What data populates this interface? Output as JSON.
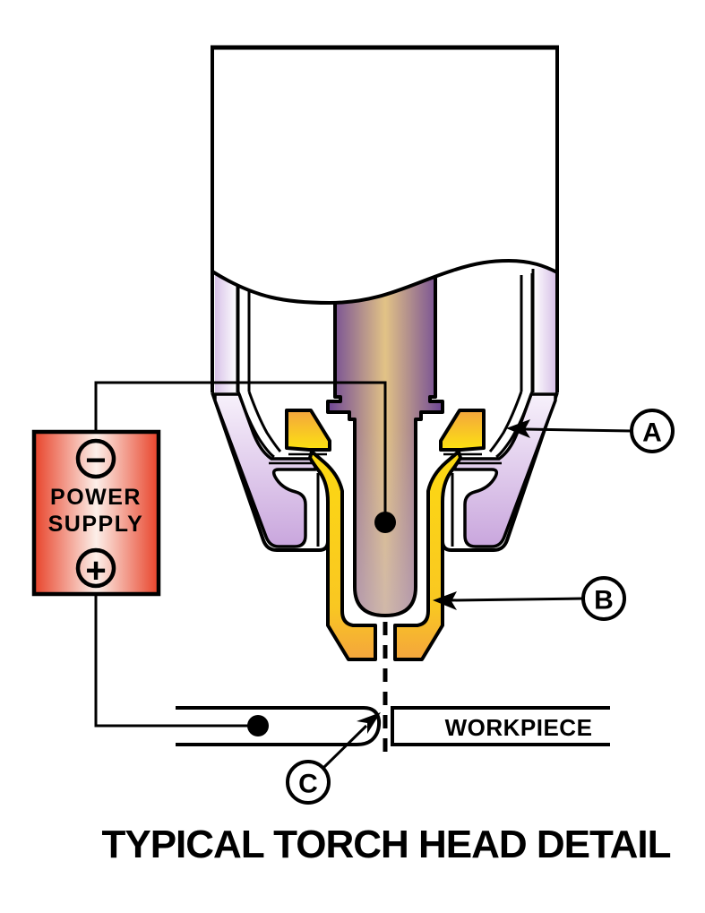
{
  "diagram": {
    "kind": "plasma-torch-head-cutaway",
    "title": {
      "text": "TYPICAL TORCH HEAD DETAIL"
    },
    "power_supply": {
      "label_line1": "POWER",
      "label_line2": "SUPPLY",
      "negative_symbol": "−",
      "positive_symbol": "+"
    },
    "workpiece": {
      "label": "WORKPIECE"
    },
    "callouts": {
      "a": {
        "label": "A"
      },
      "b": {
        "label": "B"
      },
      "c": {
        "label": "C"
      }
    },
    "colors": {
      "outline_black": "#000000",
      "electrode_purple": "#6d4596",
      "electrode_core_tan": "#e2c386",
      "nozzle_yellow": "#fcd912",
      "nozzle_orange": "#f4a53d",
      "retaining_cap_lavender": "#cbaade",
      "power_supply_red": "#e8432a",
      "background": "#ffffff"
    }
  }
}
